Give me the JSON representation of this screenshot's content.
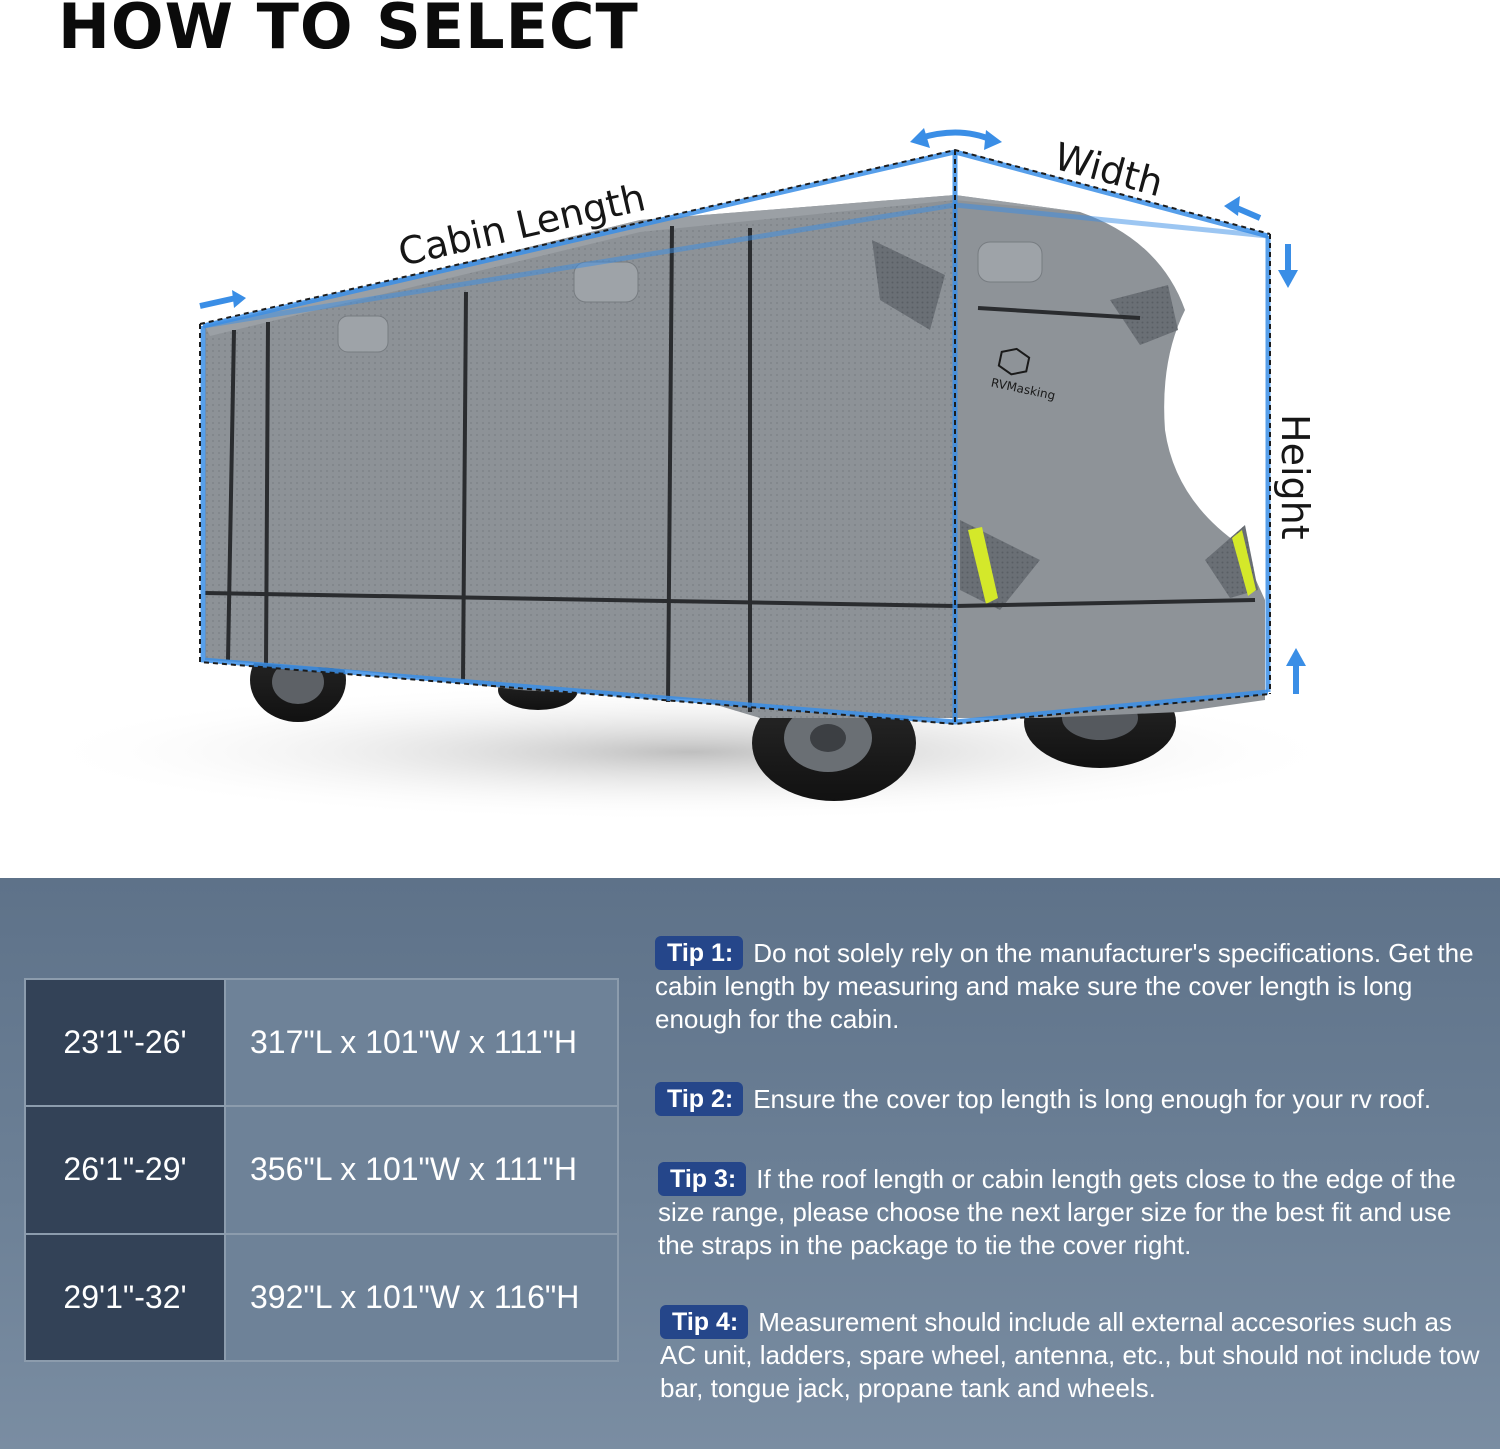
{
  "header": {
    "title": "HOW TO SELECT"
  },
  "illustration": {
    "labels": {
      "cabin_length": "Cabin Length",
      "width": "Width",
      "height": "Height"
    },
    "brand": "RVMasking",
    "accent_color": "#3a8ee6",
    "cover_color": "#8c9196"
  },
  "size_table": {
    "rows": [
      {
        "range": "23'1\"-26'",
        "dimensions": "317\"L x 101\"W x 111\"H"
      },
      {
        "range": "26'1\"-29'",
        "dimensions": "356\"L x 101\"W x 111\"H"
      },
      {
        "range": "29'1\"-32'",
        "dimensions": "392\"L x 101\"W x 116\"H"
      }
    ]
  },
  "tips": [
    {
      "label": "Tip 1:",
      "text": "Do not solely rely on the manufacturer's specifications. Get the cabin length by measuring and make sure the cover length is long enough for the cabin."
    },
    {
      "label": "Tip 2:",
      "text": "Ensure the cover top length is long enough for your rv roof."
    },
    {
      "label": "Tip 3:",
      "text": "If the roof length or cabin length gets close to the edge of the size range, please choose the next larger size for the best fit and use the straps in the package to tie the cover right."
    },
    {
      "label": "Tip 4:",
      "text": "Measurement should include all external accesories such as AC unit, ladders, spare wheel, antenna, etc., but should not include tow bar, tongue jack, propane tank and wheels."
    }
  ],
  "colors": {
    "panel_background": "#677b91",
    "table_range_cell": "#334257",
    "tip_badge": "#25468a"
  }
}
